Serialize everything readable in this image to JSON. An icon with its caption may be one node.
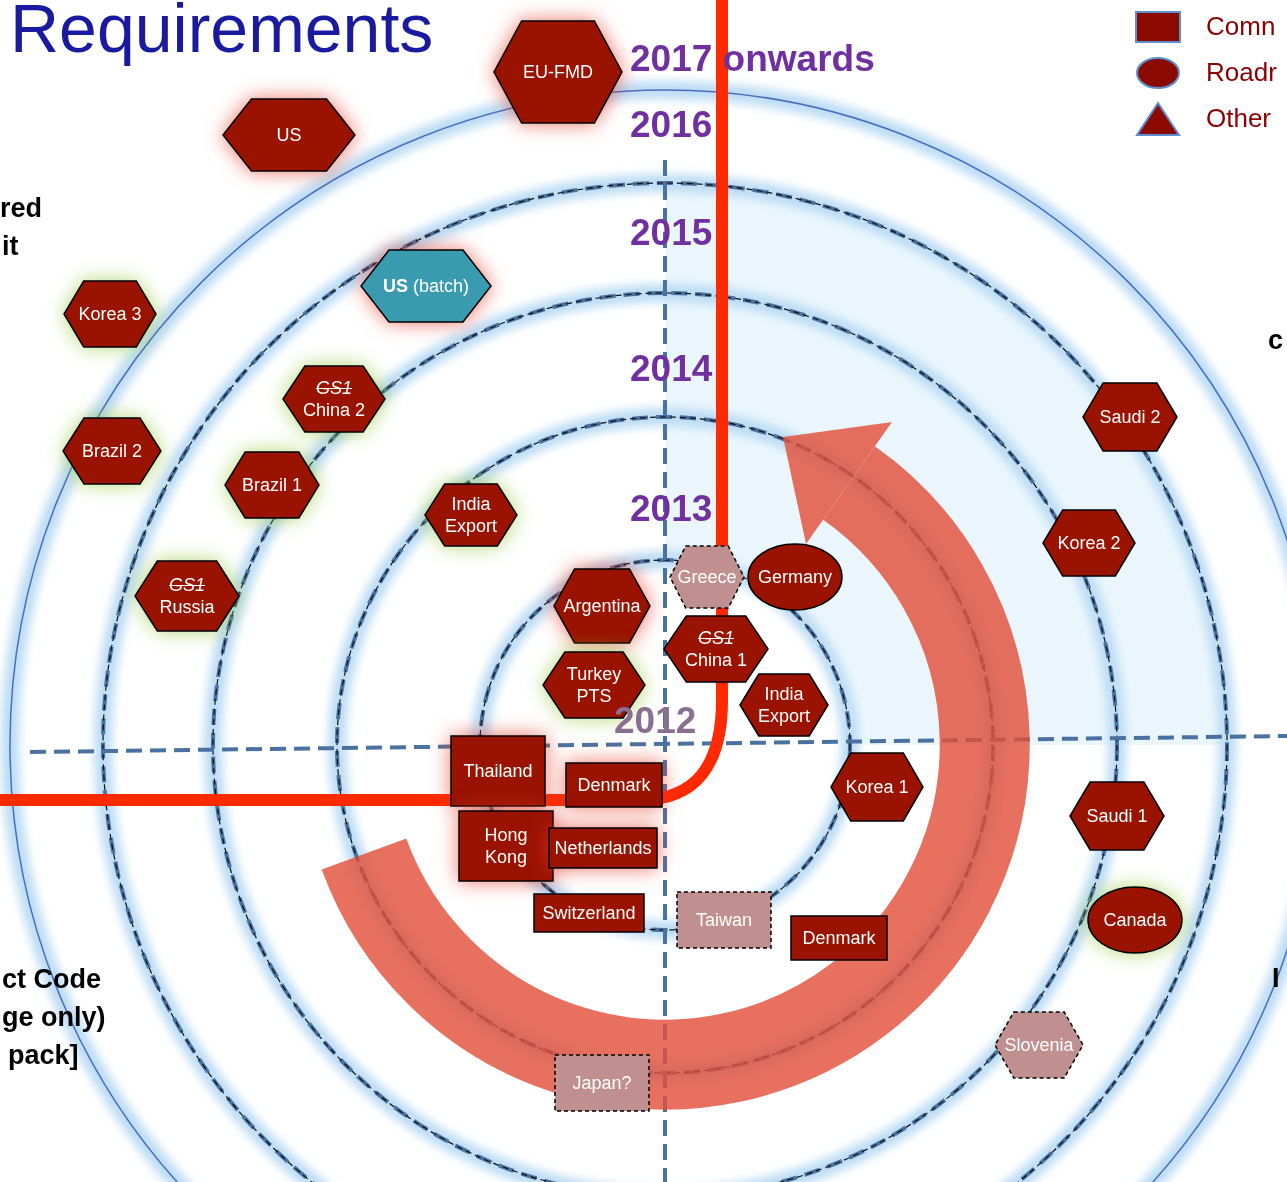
{
  "diagram": {
    "title": "Requirements",
    "nodes": [
      {
        "text": [
          "EU-FMD"
        ]
      },
      {
        "text": [
          "US"
        ]
      },
      {
        "text": [
          "**US** (batch)"
        ]
      },
      {
        "text": [
          "Korea 3"
        ]
      },
      {
        "text": [
          "GS1",
          "China 2"
        ]
      },
      {
        "text": [
          "Saudi 2"
        ]
      },
      {
        "text": [
          "Brazil 2"
        ]
      },
      {
        "text": [
          "Brazil 1"
        ]
      },
      {
        "text": [
          "India Export"
        ]
      },
      {
        "text": [
          "Korea 2"
        ]
      },
      {
        "text": [
          "Greece"
        ]
      },
      {
        "text": [
          "Germany"
        ]
      },
      {
        "text": [
          "GS1",
          "Russia"
        ]
      },
      {
        "text": [
          "Argentina"
        ]
      },
      {
        "text": [
          "GS1",
          "China 1"
        ]
      },
      {
        "text": [
          "Turkey PTS"
        ]
      },
      {
        "text": [
          "India Export"
        ]
      },
      {
        "text": [
          "Thailand"
        ]
      },
      {
        "text": [
          "Denmark"
        ]
      },
      {
        "text": [
          "Korea 1"
        ]
      },
      {
        "text": [
          "Saudi 1"
        ]
      },
      {
        "text": [
          "Hong Kong"
        ]
      },
      {
        "text": [
          "Netherlands"
        ]
      },
      {
        "text": [
          "Switzerland"
        ]
      },
      {
        "text": [
          "Canada"
        ]
      },
      {
        "text": [
          "Taiwan"
        ]
      },
      {
        "text": [
          "Denmark"
        ]
      },
      {
        "text": [
          "Slovenia"
        ]
      },
      {
        "text": [
          "Japan?"
        ]
      }
    ],
    "labels": [
      "2017 onwards",
      "2016",
      "2015",
      "2014",
      "2013",
      "2012",
      "red",
      "it",
      "ct Code",
      "ge only)",
      "pack]",
      "c",
      "I"
    ],
    "legend": [
      {
        "text": "Comn"
      },
      {
        "text": "Roadr"
      },
      {
        "text": "Other"
      }
    ]
  }
}
